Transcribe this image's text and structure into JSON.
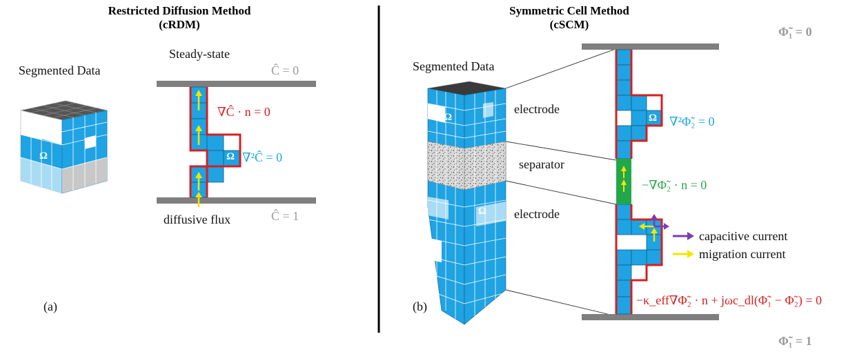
{
  "panel_a": {
    "title": "Restricted Diffusion Method",
    "subtitle": "(cRDM)",
    "segmented_label": "Segmented Data",
    "steady_label": "Steady-state",
    "top_bc": "Ĉ = 0",
    "bottom_bc": "Ĉ = 1",
    "wall_bc": "∇Ĉ · n = 0",
    "domain_eq": "∇²Ĉ = 0",
    "omega": "Ω",
    "flux_label": "diffusive flux",
    "panel_label": "(a)"
  },
  "panel_b": {
    "title": "Symmetric Cell Method",
    "subtitle": "(cSCM)",
    "segmented_label": "Segmented Data",
    "top_bc": "Φ̃₁ = 0",
    "bottom_bc": "Φ̃₁ = 1",
    "electrode_top": "electrode",
    "separator": "separator",
    "electrode_bottom": "electrode",
    "domain_eq": "∇²Φ̃₂ = 0",
    "separator_bc": "−∇Φ̃₂ · n = 0",
    "omega": "Ω",
    "legend_capacitive": "capacitive current",
    "legend_migration": "migration current",
    "interface_bc": "−κ_eff∇Φ̃₂ · n + jωc_dl(Φ̃₁ − Φ̃₂) = 0",
    "panel_label": "(b)"
  },
  "colors": {
    "cell": "#1fa3e3",
    "cell_light": "#a9dcf4",
    "wall": "#d42020",
    "plate": "#7f7f7f",
    "arrow_yellow": "#f2e600",
    "arrow_purple": "#7a3db0",
    "separator_green": "#22a84a",
    "cube_top": "#444444"
  }
}
